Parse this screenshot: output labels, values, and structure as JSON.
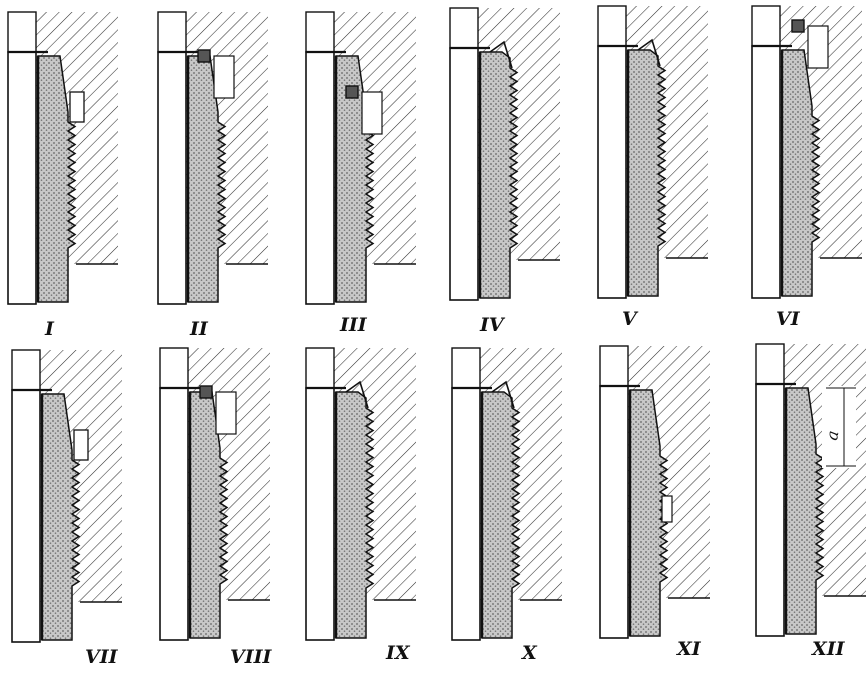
{
  "figure": {
    "panels": [
      {
        "label": "I",
        "variant": "undercut-groove"
      },
      {
        "label": "II",
        "variant": "square-seal"
      },
      {
        "label": "III",
        "variant": "square-seal-step"
      },
      {
        "label": "IV",
        "variant": "tapered-lip"
      },
      {
        "label": "V",
        "variant": "tapered-lip-long"
      },
      {
        "label": "VI",
        "variant": "square-seal-top"
      },
      {
        "label": "VII",
        "variant": "undercut-groove"
      },
      {
        "label": "VIII",
        "variant": "square-seal"
      },
      {
        "label": "IX",
        "variant": "tapered-lip"
      },
      {
        "label": "X",
        "variant": "tapered-lip-long"
      },
      {
        "label": "XI",
        "variant": "plain-step"
      },
      {
        "label": "XII",
        "variant": "dimensioned"
      }
    ],
    "dimension_label": "a",
    "colors": {
      "ink": "#111111",
      "hatch": "#333333",
      "stipple": "#9a9a9a",
      "paper": "#ffffff"
    }
  }
}
